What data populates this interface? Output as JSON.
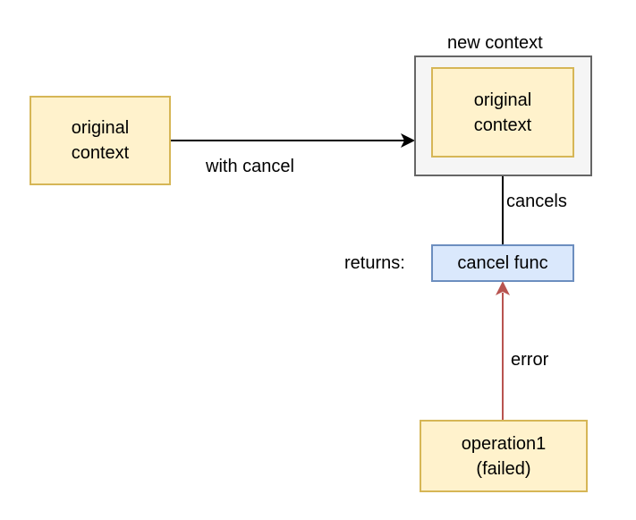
{
  "nodes": {
    "original_context_left": {
      "text": "original\ncontext"
    },
    "new_context_container": {
      "title": "new context"
    },
    "original_context_inner": {
      "text": "original\ncontext"
    },
    "cancel_func": {
      "text": "cancel func"
    },
    "operation1": {
      "text": "operation1\n(failed)"
    }
  },
  "edges": {
    "with_cancel": {
      "label": "with cancel"
    },
    "cancels": {
      "label": "cancels"
    },
    "error": {
      "label": "error"
    }
  },
  "annotations": {
    "returns": "returns:"
  },
  "colors": {
    "yellow_fill": "#fff2cc",
    "yellow_stroke": "#d6b656",
    "blue_fill": "#dae8fc",
    "blue_stroke": "#6c8ebf",
    "container_fill": "#f5f5f5",
    "container_stroke": "#666666",
    "error_arrow": "#b85450",
    "arrow": "#000000"
  }
}
